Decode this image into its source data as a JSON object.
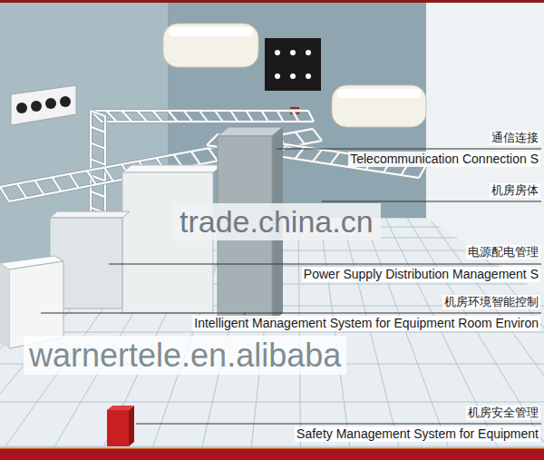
{
  "diagram": {
    "labels": [
      "通信连接",
      "Telecommunication Connection S",
      "机房房体",
      "电源配电管理",
      "Power Supply Distribution Management S",
      "机房环境智能控制",
      "Intelligent Management System for Equipment Room Environ",
      "机房安全管理",
      "Safety Management System for Equipment",
      "trade.china.cn",
      "warnertele.en.alibaba"
    ]
  }
}
